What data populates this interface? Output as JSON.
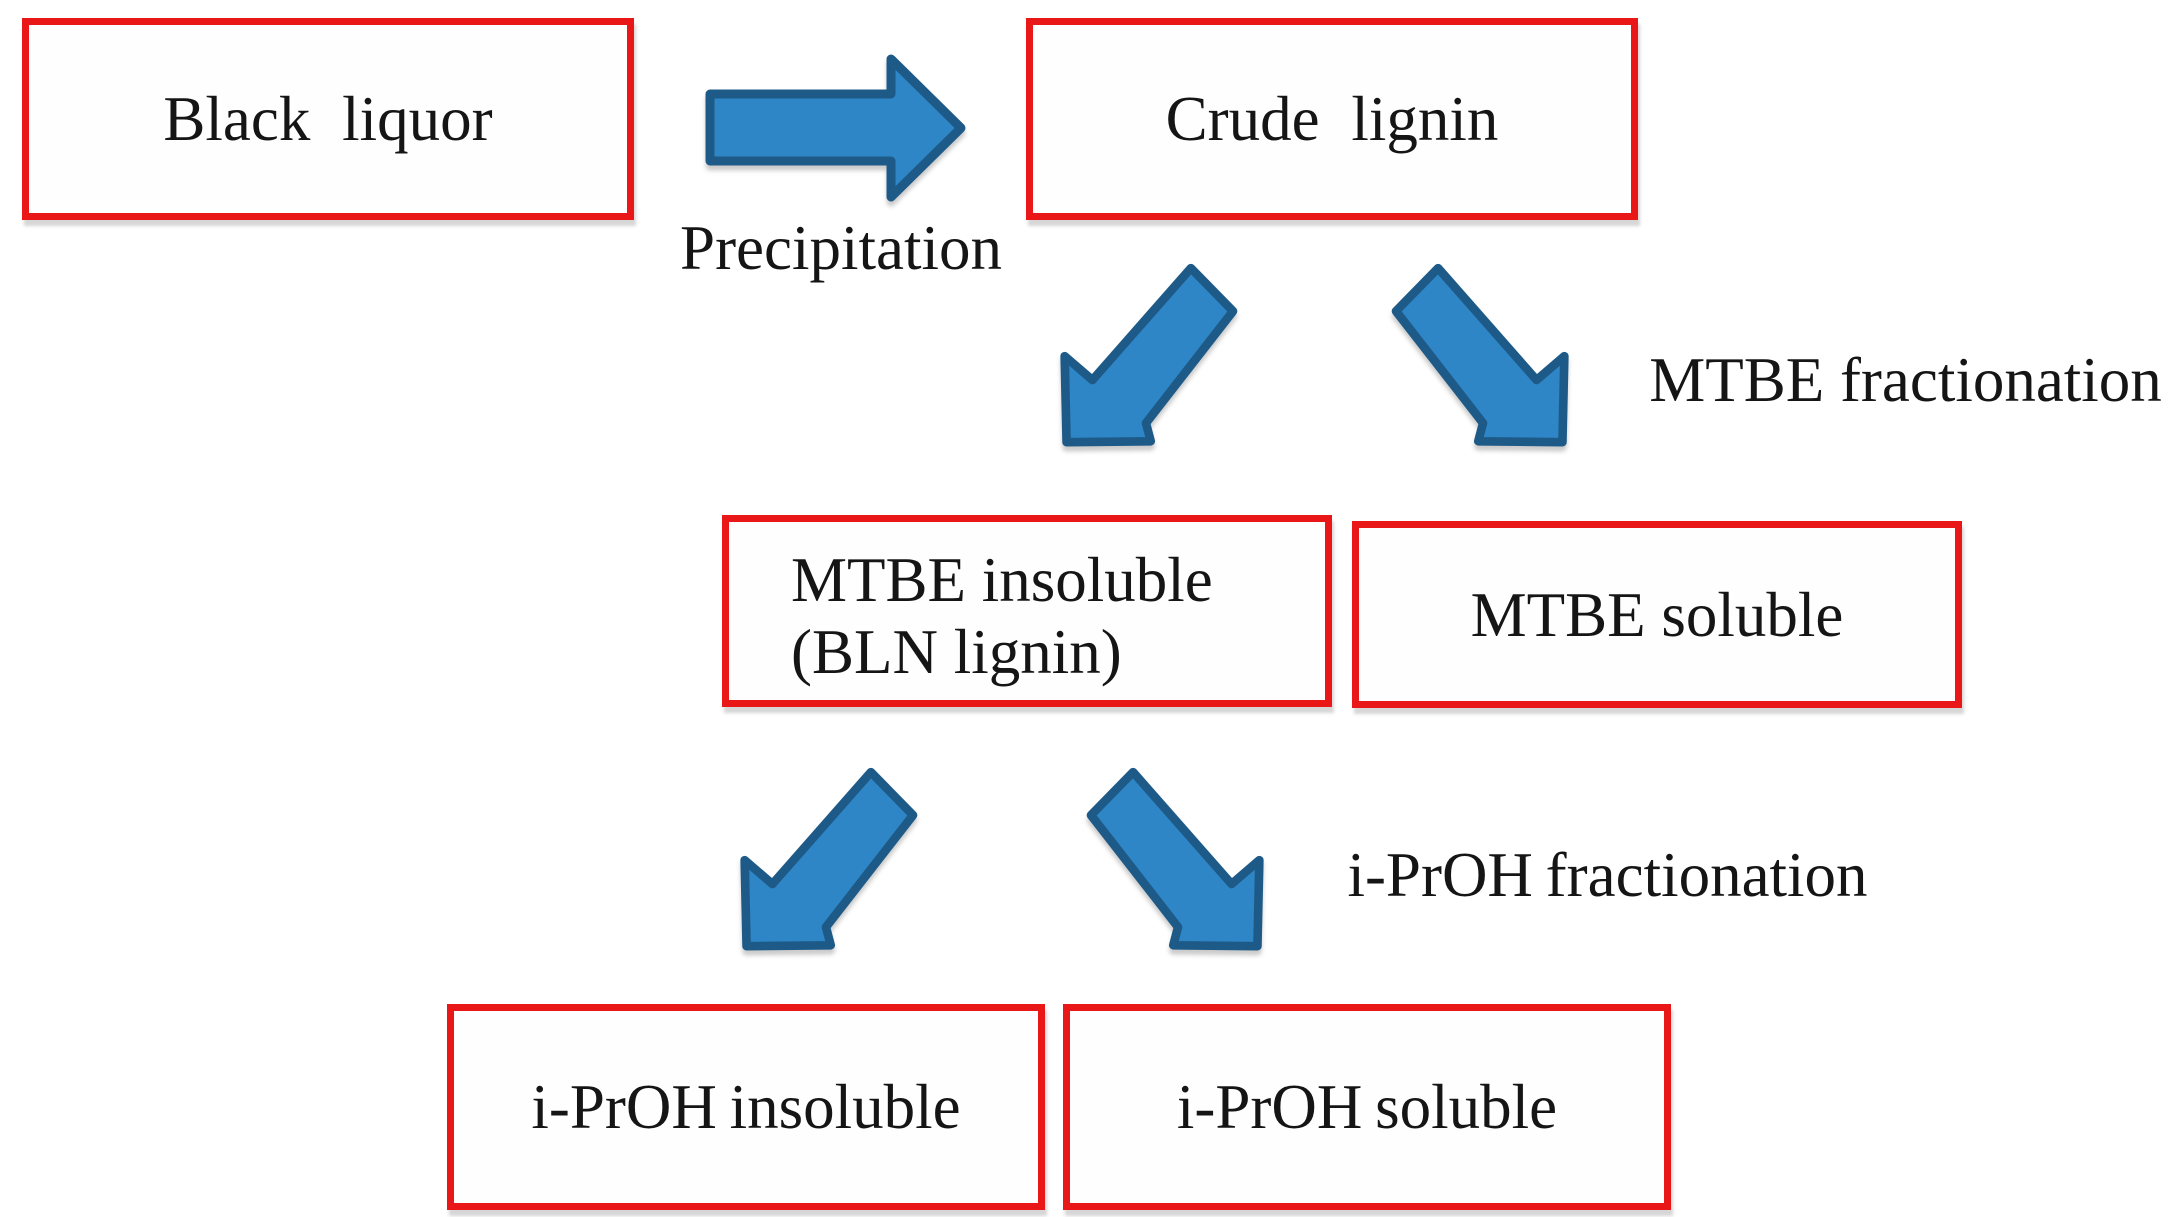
{
  "figure_type": "process-flow-diagram",
  "background": "#ffffff",
  "colors": {
    "node_border": "#e91717",
    "node_fill": "#fefefe",
    "arrow_fill": "#2e86c6",
    "arrow_outline": "#1e5a87",
    "label_text": "#151515"
  },
  "nodes": {
    "black_liquor": {
      "label": "Black liquor"
    },
    "crude_lignin": {
      "label": "Crude lignin"
    },
    "mtbe_insoluble": {
      "line1": "MTBE insoluble",
      "line2": "(BLN lignin)"
    },
    "mtbe_soluble": {
      "label": "MTBE soluble"
    },
    "iproh_insoluble": {
      "label": "i-PrOH insoluble"
    },
    "iproh_soluble": {
      "label": "i-PrOH soluble"
    }
  },
  "process_labels": {
    "precipitation": "Precipitation",
    "mtbe_fractionation": "MTBE fractionation",
    "iproh_fractionation": "i-PrOH fractionation"
  },
  "arrows": [
    {
      "from": "black_liquor",
      "to": "crude_lignin",
      "direction": "right",
      "step_label": "Precipitation"
    },
    {
      "from": "crude_lignin",
      "to": "mtbe_insoluble",
      "direction": "down-left",
      "step_label": "MTBE fractionation"
    },
    {
      "from": "crude_lignin",
      "to": "mtbe_soluble",
      "direction": "down-right",
      "step_label": "MTBE fractionation"
    },
    {
      "from": "mtbe_insoluble",
      "to": "iproh_insoluble",
      "direction": "down-left",
      "step_label": "i-PrOH fractionation"
    },
    {
      "from": "mtbe_insoluble",
      "to": "iproh_soluble",
      "direction": "down-right",
      "step_label": "i-PrOH fractionation"
    }
  ]
}
